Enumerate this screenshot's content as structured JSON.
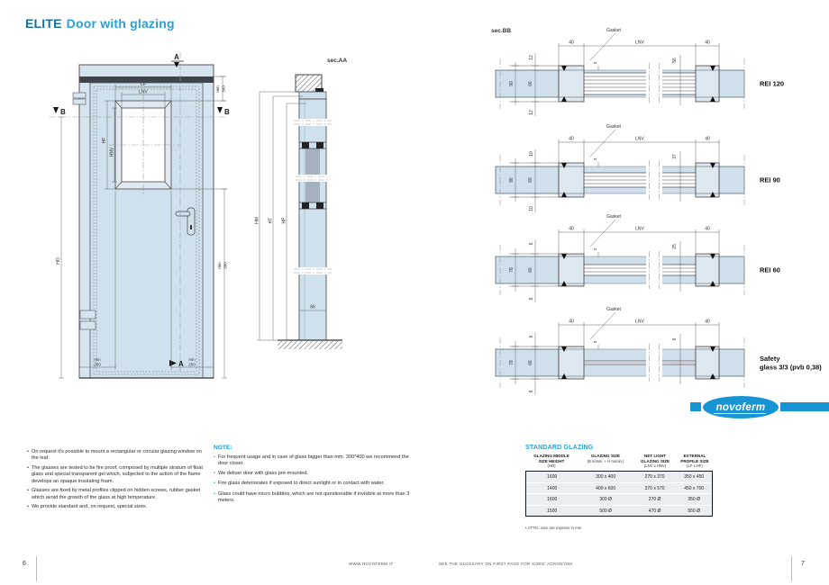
{
  "header": {
    "title_brand": "ELITE",
    "title_rest": "Door with glazing"
  },
  "colors": {
    "brand_blue": "#1694d3",
    "title_dark_blue": "#1371a8",
    "title_light_blue": "#2aa0d8",
    "drawing_fill": "#cfe0eb"
  },
  "front_view": {
    "section_a": "A",
    "section_b": "B",
    "lf": "LF",
    "lnv": "LNV",
    "hf": "HF",
    "hnv": "HNV",
    "ho": "HO",
    "min": "min",
    "v300": "300",
    "v250": "250"
  },
  "sec_aa": {
    "label": "sec.AA",
    "hm": "HM",
    "ht": "HT",
    "hp": "HP",
    "v66": "66"
  },
  "sec_bb": {
    "label": "sec.BB",
    "common": {
      "gasket": "Gasket",
      "d40": "40",
      "dlnv": "LNV"
    },
    "sections": [
      {
        "name": "REI 120",
        "edge": "12",
        "outer": "90",
        "leaf": "66",
        "glass": "56",
        "gap": "3"
      },
      {
        "name": "REI 90",
        "edge": "10",
        "outer": "86",
        "leaf": "66",
        "glass": "37",
        "gap": "3"
      },
      {
        "name": "REI 60",
        "edge": "6",
        "outer": "78",
        "leaf": "66",
        "glass": "25",
        "gap": "3"
      },
      {
        "name": "Safety",
        "name2": "glass 3/3 (pvb 0,38)",
        "edge": "6",
        "outer": "78",
        "leaf": "66",
        "glass": "6",
        "gap": "3"
      }
    ]
  },
  "logo": {
    "brand": "novoferm"
  },
  "notes": {
    "items": [
      "On request it's possible to mount a rectangular or circular glazing window on the leaf.",
      "The glasses are tested to be fire proof, composed by multiple stratum of float glass and special transparent gel which, subjected to the action of the flame develops an opaque insulating foam.",
      "Glasses are fixed by metal profiles clipped on hidden screws, rubber gasket which avoid the growth of the glass at high temperature.",
      "We provide standard and, on request, special sizes."
    ]
  },
  "note": {
    "title": "NOTE:",
    "items": [
      "For frequent usage and in case of glass bigger than mm. 300*400 we recommend the door closer.",
      "We deliver door with glass pre-mounted.",
      "Fire glass deteriorates if exposed to direct sunlight or in contact with water.",
      "Glass could have micro bubbles, which are not questionable if invisible at more than 3 meters."
    ]
  },
  "glazing_table": {
    "title": "STANDARD GLAZING",
    "columns": [
      {
        "t1": "GLAZING MIDDLE",
        "t2": "SIZE HEIGHT",
        "sub": "(HO)"
      },
      {
        "t1": "GLAZING SIZE",
        "t2": "",
        "sub": "(B nomin. + H nomin.)"
      },
      {
        "t1": "NET LIGHT",
        "t2": "GLAZING SIZE",
        "sub": "(LNV x HNV)"
      },
      {
        "t1": "EXTERNAL",
        "t2": "PROFILE SIZE",
        "sub": "(LF x HF)"
      }
    ],
    "rows": [
      [
        "1600",
        "300 x 400",
        "270 x 370",
        "350 x 450"
      ],
      [
        "1400",
        "400 x 600",
        "370 x 570",
        "450 x 700"
      ],
      [
        "1600",
        "300 Ø",
        "270 Ø",
        "350 Ø"
      ],
      [
        "1500",
        "500 Ø",
        "470 Ø",
        "550 Ø"
      ]
    ],
    "footnote": "• ATTN.: size are express in mm"
  },
  "footer": {
    "page_left": "6",
    "website": "WWW.NOVOFERM.IT",
    "glossary": "SEE THE GLOSSARY ON FIRST PAGE FOR SIZES' ACRONYMS",
    "page_right": "7"
  }
}
